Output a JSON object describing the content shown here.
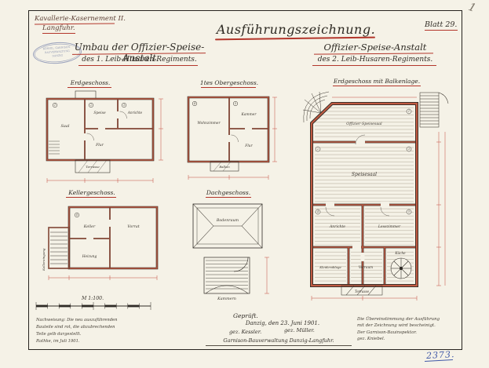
{
  "page": {
    "corner_mark": "1",
    "doc_number": "2373."
  },
  "header": {
    "site_line1": "Kavallerie-Kasernement II.",
    "site_line2": "Langfuhr.",
    "title": "Ausführungszeichnung.",
    "sheet_no": "Blatt 29.",
    "left_heading1": "Umbau der Offizier-Speise-Anstalt",
    "left_heading2": "des 1. Leib-Husaren-Regiments.",
    "right_heading1": "Offizier-Speise-Anstalt",
    "right_heading2": "des 2. Leib-Husaren-Regiments."
  },
  "stamp": {
    "line1": "KÖNIGL. GARNISON-",
    "line2": "BAUVERWALTUNG",
    "line3": "DANZIG"
  },
  "plans": {
    "erdgeschoss": {
      "label": "Erdgeschoss.",
      "rooms": [
        "Saal",
        "Speise",
        "Anrichte",
        "Flur",
        "Terrasse"
      ],
      "circles": [
        "1",
        "2",
        "3"
      ]
    },
    "obergeschoss": {
      "label": "1tes Obergeschoss.",
      "rooms": [
        "Wohnzimmer",
        "Kammer",
        "Flur",
        "Balkon"
      ],
      "circles": [
        "4",
        "5"
      ]
    },
    "kellergeschoss": {
      "label": "Kellergeschoss.",
      "rooms": [
        "Keller",
        "Vorrat",
        "Heizung"
      ],
      "side_label": "Kellereingang",
      "circles": [
        "6"
      ]
    },
    "dachgeschoss": {
      "label": "Dachgeschoss.",
      "rooms": [
        "Bodenraum",
        "Kammern"
      ]
    },
    "main": {
      "label": "Erdgeschoss mit Balkenlage.",
      "rooms": [
        "Offizier-Speisesaal",
        "Speisesaal",
        "Anrichte",
        "Lesezimmer",
        "Kleiderablage",
        "Vorraum",
        "Küche",
        "Terrasse"
      ],
      "circles": [
        "1",
        "2",
        "3",
        "4",
        "5"
      ]
    }
  },
  "scale": {
    "label": "M 1:100."
  },
  "footer": {
    "left_lines": [
      "Nachweisung: Die neu auszuführenden",
      "Bauteile sind rot, die abzubrechenden",
      "Teile gelb dargestellt.",
      "Rathke, im Juli 1901."
    ],
    "approved": "Geprüft.",
    "place_date": "Danzig, den 23. Juni 1901.",
    "sig1": "gez. Kessler.",
    "sig2": "gez. Müller.",
    "office": "Garnison-Bauverwaltung Danzig-Langfuhr.",
    "right_lines": [
      "Die Übereinstimmung der Ausführung",
      "mit der Zeichnung wird bescheinigt.",
      "Der Garnison-Bauinspektor.",
      "gez. Kniebel."
    ]
  }
}
